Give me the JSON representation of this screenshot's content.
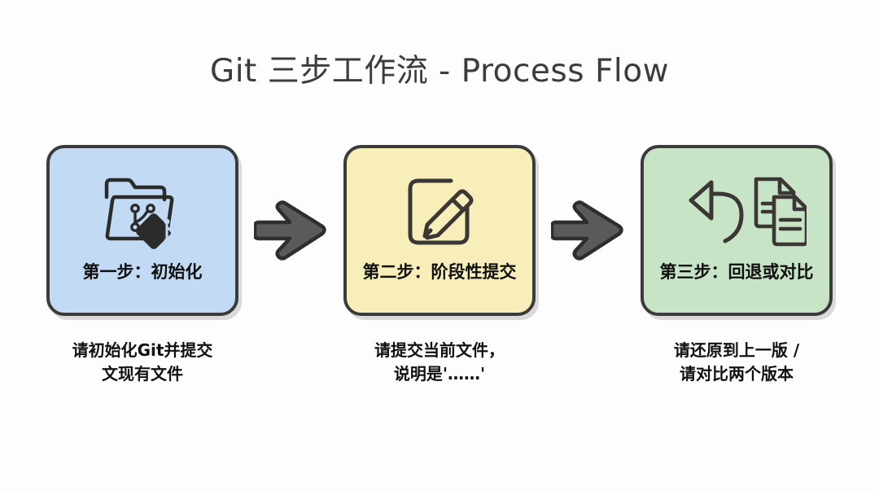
{
  "page": {
    "title": "Git 三步工作流 - Process Flow",
    "background": "#fdfdfd",
    "title_color": "#3c3c3c"
  },
  "colors": {
    "card_blue": "#c2daf4",
    "card_yellow": "#f7eeba",
    "card_green": "#c7e4c6",
    "outline": "#3b3b3b",
    "arrow_fill": "#5a5a5a",
    "arrow_outline": "#2e2e2e",
    "text": "#111111"
  },
  "steps": [
    {
      "label": "第一步：初始化",
      "icon": "git-folder-icon",
      "color": "#c2daf4",
      "caption_line1": "请初始化Git并提交",
      "caption_line2": "文现有文件"
    },
    {
      "label": "第二步：阶段性提交",
      "icon": "edit-pencil-square-icon",
      "color": "#f7eeba",
      "caption_line1": "请提交当前文件，",
      "caption_line2": "说明是'……'"
    },
    {
      "label": "第三步：回退或对比",
      "icon": "undo-and-compare-documents-icon",
      "color": "#c7e4c6",
      "caption_line1": "请还原到上一版 /",
      "caption_line2": "请对比两个版本"
    }
  ],
  "arrows": [
    {
      "name": "arrow-right-1",
      "direction": "right"
    },
    {
      "name": "arrow-right-2",
      "direction": "right"
    }
  ]
}
